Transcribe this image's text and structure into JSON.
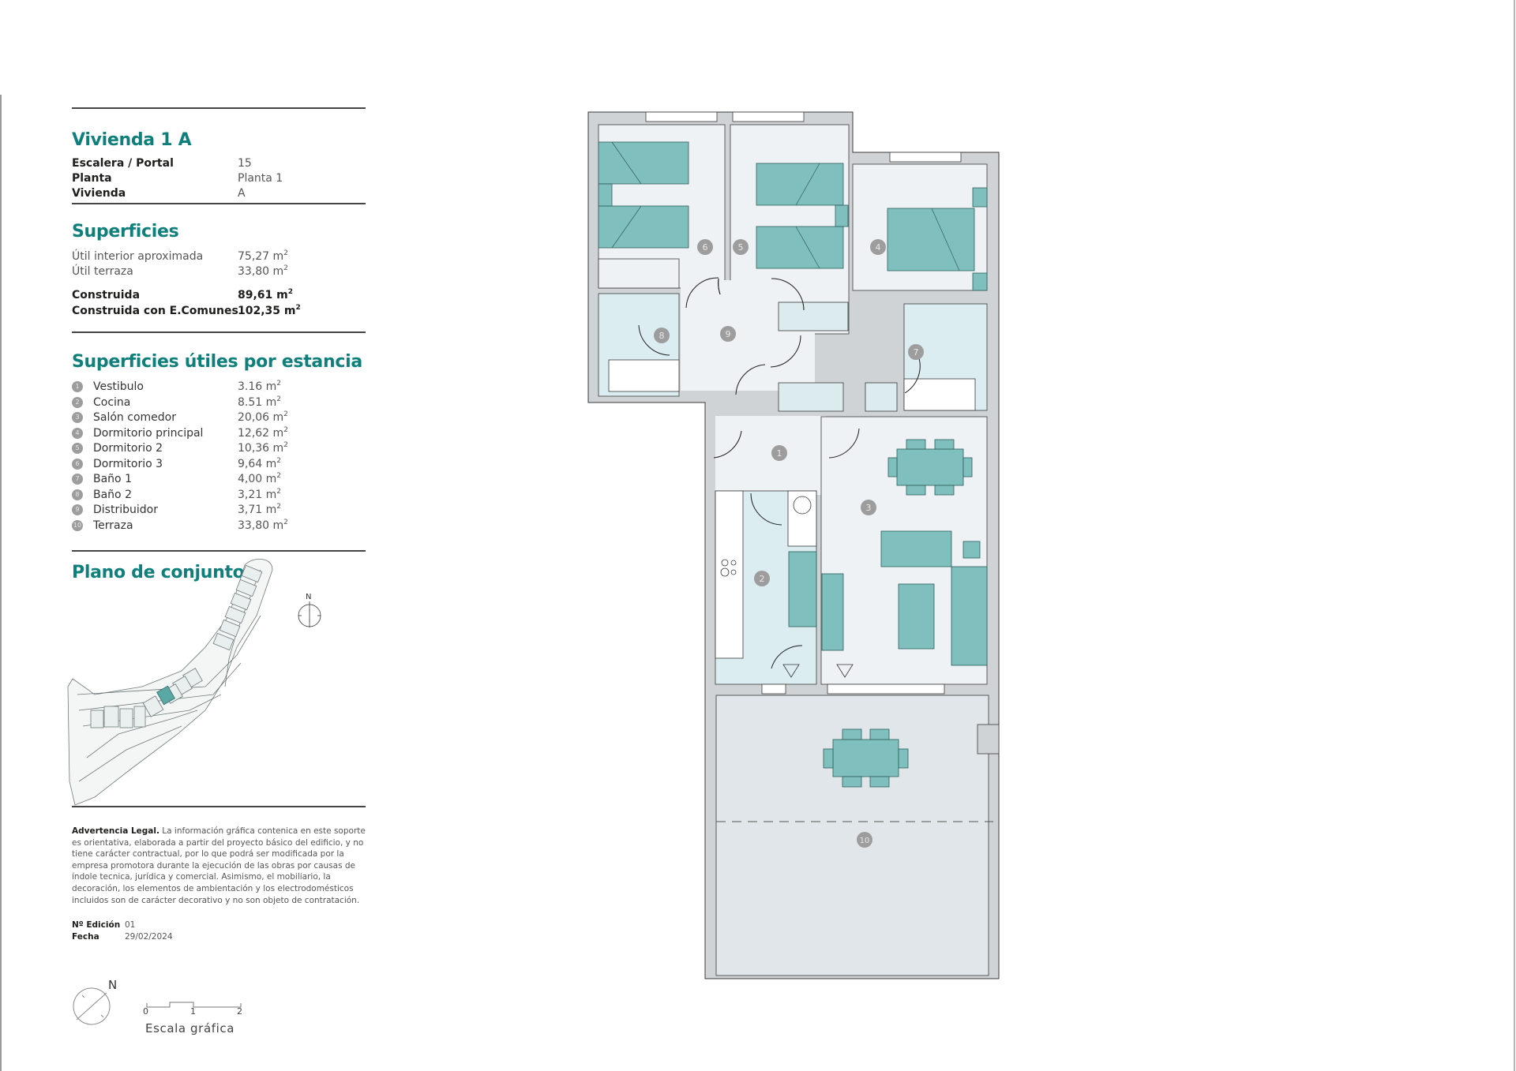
{
  "unit": {
    "title": "Vivienda 1 A",
    "details": [
      {
        "label": "Escalera / Portal",
        "value": "15"
      },
      {
        "label": "Planta",
        "value": "Planta 1"
      },
      {
        "label": "Vivienda",
        "value": "A"
      }
    ]
  },
  "surfaces": {
    "title": "Superficies",
    "useful": [
      {
        "label": "Útil interior aproximada",
        "value": "75,27 m",
        "unit_sup": "2"
      },
      {
        "label": "Útil terraza",
        "value": "33,80 m",
        "unit_sup": "2"
      }
    ],
    "built": [
      {
        "label": "Construida",
        "value": "89,61 m",
        "unit_sup": "2"
      },
      {
        "label": "Construida con E.Comunes",
        "value": "102,35 m",
        "unit_sup": "2"
      }
    ]
  },
  "rooms": {
    "title": "Superficies útiles por estancia",
    "items": [
      {
        "num": "1",
        "name": "Vestibulo",
        "area": "3.16 m",
        "sup": "2"
      },
      {
        "num": "2",
        "name": "Cocina",
        "area": "8.51 m",
        "sup": "2"
      },
      {
        "num": "3",
        "name": "Salón comedor",
        "area": "20,06 m",
        "sup": "2"
      },
      {
        "num": "4",
        "name": "Dormitorio principal",
        "area": "12,62 m",
        "sup": "2"
      },
      {
        "num": "5",
        "name": "Dormitorio 2",
        "area": "10,36 m",
        "sup": "2"
      },
      {
        "num": "6",
        "name": "Dormitorio 3",
        "area": "9,64 m",
        "sup": "2"
      },
      {
        "num": "7",
        "name": "Baño 1",
        "area": "4,00 m",
        "sup": "2"
      },
      {
        "num": "8",
        "name": "Baño 2",
        "area": "3,21 m",
        "sup": "2"
      },
      {
        "num": "9",
        "name": "Distribuidor",
        "area": "3,71 m",
        "sup": "2"
      },
      {
        "num": "10",
        "name": "Terraza",
        "area": "33,80 m",
        "sup": "2"
      }
    ]
  },
  "site_plan": {
    "title": "Plano de conjunto",
    "north_label": "N"
  },
  "legal": {
    "heading": "Advertencia Legal.",
    "text": " La información gráfica contenica en este soporte es orientativa, elaborada a partir del proyecto básico del edificio, y no tiene carácter contractual, por lo que podrá ser modificada por la empresa promotora durante la ejecución de las obras por causas de índole tecnica, jurídica y comercial. Asimismo, el mobiliario, la decoración, los elementos de ambientación y los electrodomésticos incluidos son de carácter decorativo y no son objeto de contratación."
  },
  "edition": {
    "edition_label": "Nº Edición",
    "edition_value": "01",
    "date_label": "Fecha",
    "date_value": "29/02/2024"
  },
  "scale": {
    "label": "Escala gráfica",
    "ticks": [
      "0",
      "1",
      "2"
    ],
    "north_label": "N"
  },
  "floor_plan": {
    "room_badges": [
      "1",
      "2",
      "3",
      "4",
      "5",
      "6",
      "7",
      "8",
      "9",
      "10"
    ],
    "colors": {
      "wall": "#cfd3d5",
      "floor": "#eef2f4",
      "wet_floor": "#dcedf2",
      "terrace": "#e0e6e9",
      "furniture": "#7fbfbd",
      "badge": "#9d9d9d",
      "accent": "#0f7f7b"
    }
  }
}
